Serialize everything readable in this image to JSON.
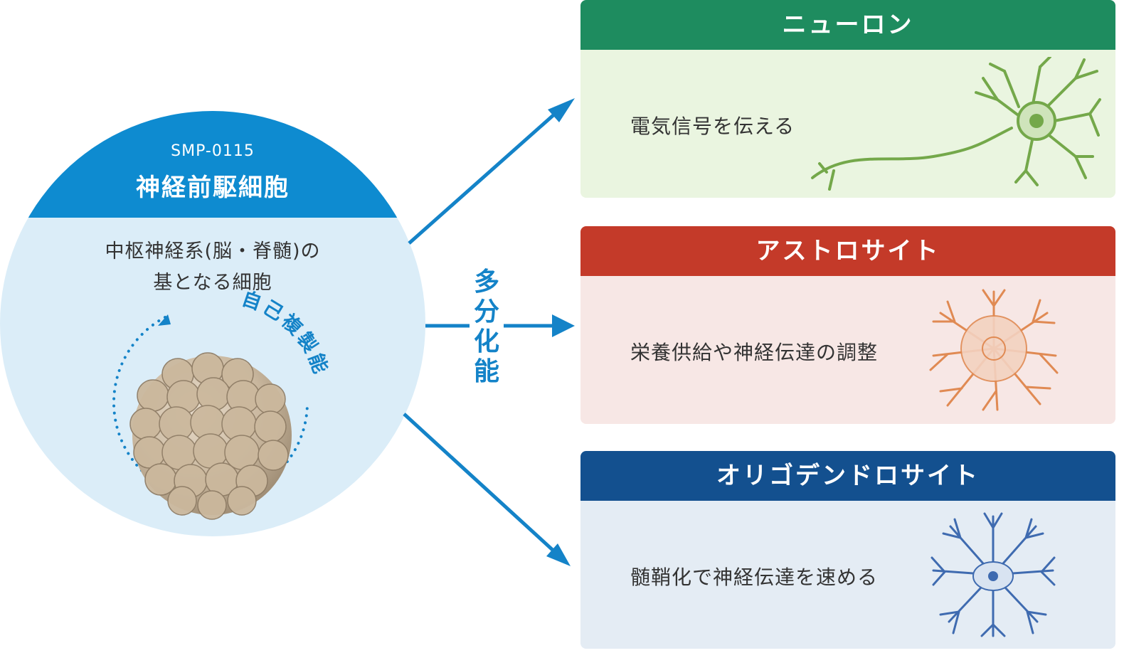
{
  "stem_cell": {
    "code": "SMP-0115",
    "title": "神経前駆細胞",
    "description_line1": "中枢神経系(脳・脊髄)の",
    "description_line2": "基となる細胞",
    "self_renewal_label": "自己複製能"
  },
  "differentiation_label": "多分化能",
  "cards": {
    "neuron": {
      "title": "ニューロン",
      "description": "電気信号を伝える",
      "color": "#1e8c5f",
      "background": "#eaf5e0"
    },
    "astrocyte": {
      "title": "アストロサイト",
      "description": "栄養供給や神経伝達の調整",
      "color": "#c43a29",
      "background": "#f7e7e5"
    },
    "oligodendrocyte": {
      "title": "オリゴデンドロサイト",
      "description": "髄鞘化で神経伝達を速める",
      "color": "#13508f",
      "background": "#e4ecf4"
    }
  },
  "colors": {
    "accent_blue": "#1483c8",
    "circle_top": "#0e8bd0",
    "circle_bottom": "#dbedf8"
  },
  "icons": [
    "arrow-icon",
    "cell-cluster-icon",
    "neuron-icon",
    "astrocyte-icon",
    "oligodendrocyte-icon"
  ]
}
